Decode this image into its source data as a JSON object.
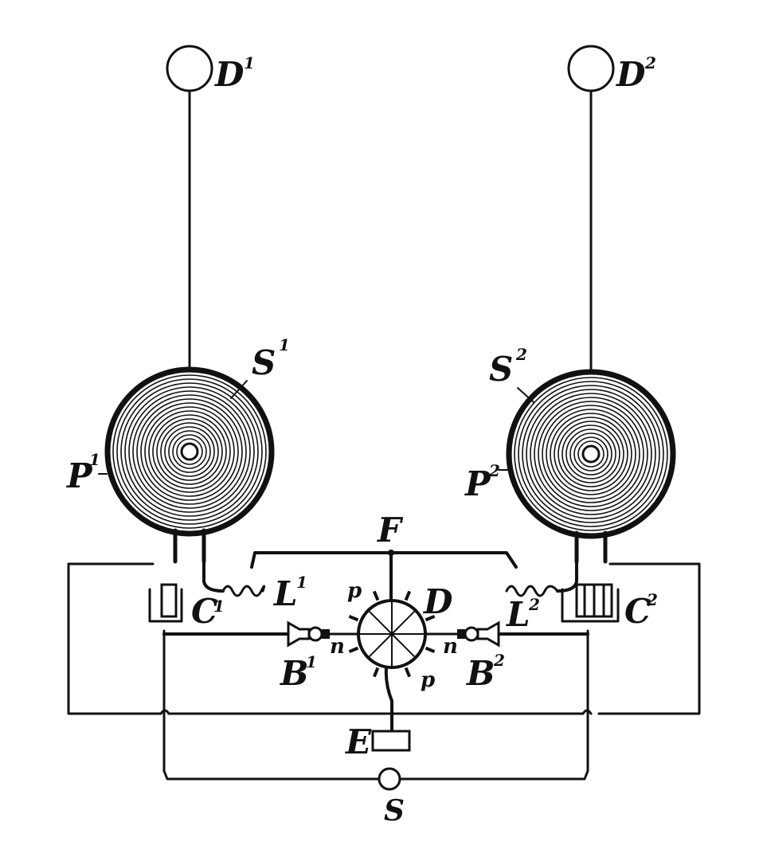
{
  "labels": {
    "D1": "D",
    "D1_sup": "1",
    "D2": "D",
    "D2_sup": "2",
    "S1": "S",
    "S1_sup": "1",
    "S2": "S",
    "S2_sup": "2",
    "P1": "P",
    "P1_sup": "1",
    "P2": "P",
    "P2_sup": "2",
    "F": "F",
    "L1": "L",
    "L1_sup": "1",
    "L2": "L",
    "L2_sup": "2",
    "C1": "C",
    "C1_sup": "1",
    "C2": "C",
    "C2_sup": "2",
    "D": "D",
    "p_top": "p",
    "p_bottom": "p",
    "n_left": "n",
    "n_right": "n",
    "B1": "B",
    "B1_sup": "1",
    "B2": "B",
    "B2_sup": "2",
    "E": "E",
    "S": "S"
  },
  "colors": {
    "ink": "#111111",
    "paper": "#ffffff"
  }
}
